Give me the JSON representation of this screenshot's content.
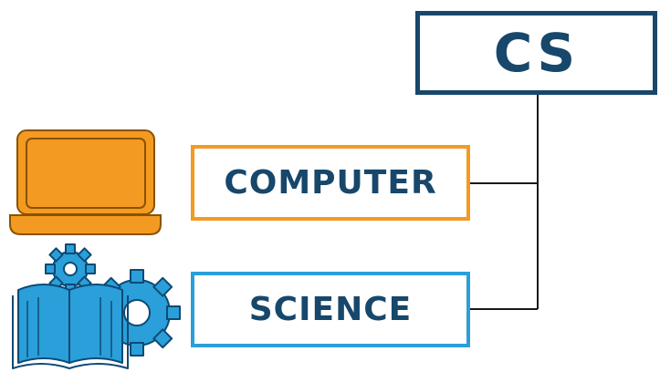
{
  "diagram": {
    "root": {
      "label": "CS"
    },
    "children": [
      {
        "label": "COMPUTER",
        "icon": "laptop-icon",
        "color": "#f39a22"
      },
      {
        "label": "SCIENCE",
        "icon": "book-gears-icon",
        "color": "#2a9fd9"
      }
    ],
    "colors": {
      "root_border": "#17476b",
      "text": "#17476b",
      "connector": "#1a1a1a"
    }
  }
}
